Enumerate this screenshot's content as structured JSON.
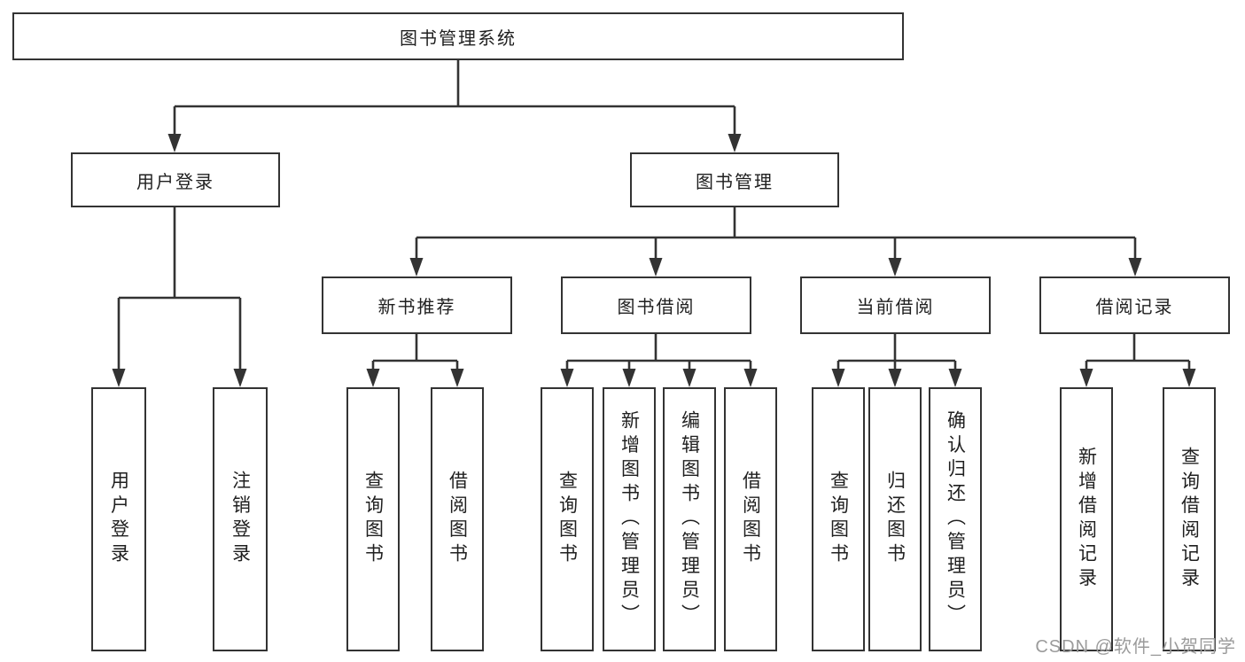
{
  "diagram": {
    "root": {
      "label": "图书管理系统"
    },
    "branches": [
      {
        "label": "用户登录",
        "leaves": [
          {
            "label": "用户登录"
          },
          {
            "label": "注销登录"
          }
        ]
      },
      {
        "label": "图书管理",
        "groups": [
          {
            "label": "新书推荐",
            "leaves": [
              {
                "label": "查询图书"
              },
              {
                "label": "借阅图书"
              }
            ]
          },
          {
            "label": "图书借阅",
            "leaves": [
              {
                "label": "查询图书"
              },
              {
                "label": "新增图书（管理员）"
              },
              {
                "label": "编辑图书（管理员）"
              },
              {
                "label": "借阅图书"
              }
            ]
          },
          {
            "label": "当前借阅",
            "leaves": [
              {
                "label": "查询图书"
              },
              {
                "label": "归还图书"
              },
              {
                "label": "确认归还（管理员）"
              }
            ]
          },
          {
            "label": "借阅记录",
            "leaves": [
              {
                "label": "新增借阅记录"
              },
              {
                "label": "查询借阅记录"
              }
            ]
          }
        ]
      }
    ]
  },
  "watermark": {
    "text": "CSDN @软件_小贺同学"
  },
  "colors": {
    "line": "#333333",
    "border": "#333333",
    "text": "#1f1f1f",
    "background": "#ffffff",
    "watermark": "#9b9b9b"
  }
}
